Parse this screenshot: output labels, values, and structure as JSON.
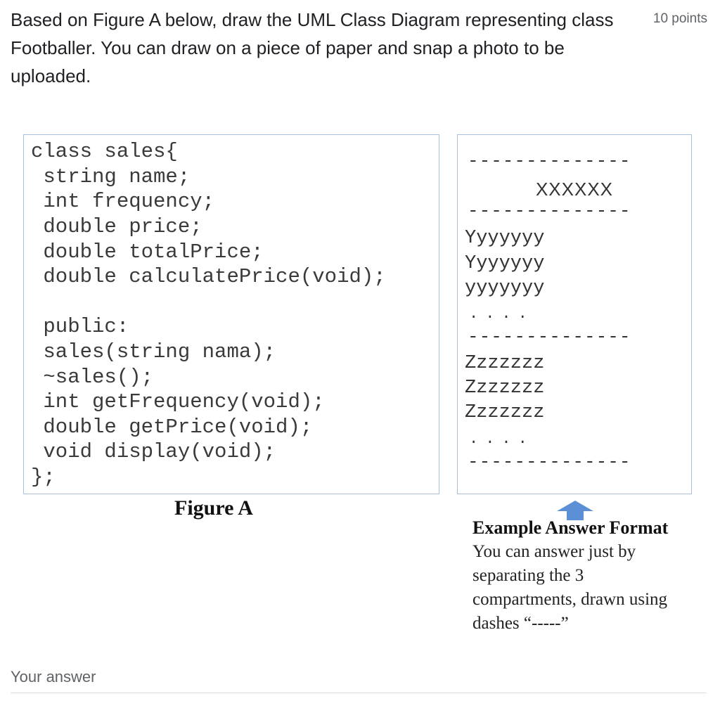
{
  "question": {
    "text": "Based on Figure A below, draw the UML Class Diagram representing class Footballer. You can draw on a piece of paper and snap a photo to be uploaded.",
    "points": "10 points"
  },
  "figure_a": {
    "code_lines": [
      "class sales{",
      " string name;",
      " int frequency;",
      " double price;",
      " double totalPrice;",
      " double calculatePrice(void);",
      "",
      " public:",
      " sales(string nama);",
      " ~sales();",
      " int getFrequency(void);",
      " double getPrice(void);",
      " void display(void);",
      "};"
    ],
    "caption": "Figure A"
  },
  "uml_example": {
    "dash": "--------------",
    "class_name": "XXXXXX",
    "attributes": [
      "Yyyyyyy",
      "Yyyyyyy",
      "yyyyyyy"
    ],
    "dots": "....",
    "methods": [
      "Zzzzzzz",
      "Zzzzzzz",
      "Zzzzzzz"
    ],
    "title": "Example Answer Format",
    "text": "You can answer just by separating the 3 compartments, drawn using dashes “-----”"
  },
  "answer": {
    "label": "Your answer"
  },
  "colors": {
    "arrow": "#5b8fd6",
    "box_border": "#a9bedb"
  }
}
